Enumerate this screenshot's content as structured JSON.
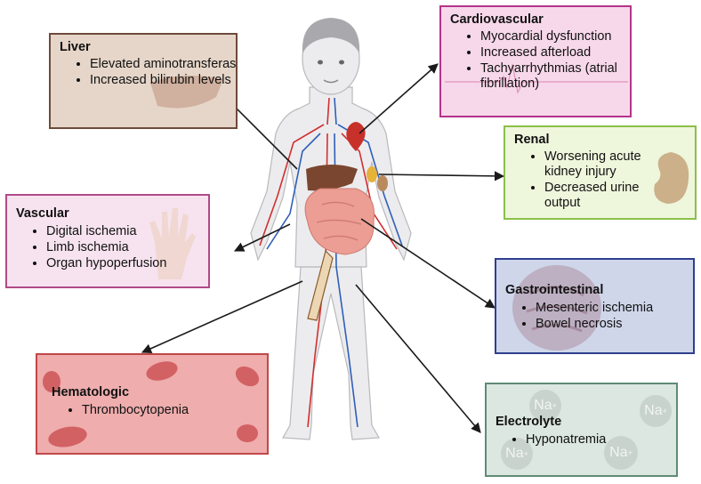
{
  "colors": {
    "arrow": "#1a1a1a",
    "vessel_red": "#d03030",
    "vessel_blue": "#2f5fb8",
    "skin": "#ececee"
  },
  "boxes": {
    "liver": {
      "title": "Liver",
      "items": [
        "Elevated aminotransferases",
        " Increased bilirubin levels"
      ],
      "bg": "#e6d6c9",
      "border": "#6d4b3c",
      "icon": "liver-icon"
    },
    "cardiovascular": {
      "title": "Cardiovascular",
      "items": [
        "Myocardial dysfunction",
        "Increased afterload",
        "Tachyarrhythmias (atrial fibrillation)"
      ],
      "bg": "#f7d8ea",
      "border": "#b5338a",
      "icon": "ecg-trace-icon"
    },
    "renal": {
      "title": "Renal",
      "items": [
        "Worsening acute kidney injury",
        "Decreased urine output"
      ],
      "bg": "#eef6dc",
      "border": "#8cbf4a",
      "icon": "kidney-icon"
    },
    "vascular": {
      "title": "Vascular",
      "items": [
        "Digital ischemia",
        "Limb ischemia",
        "Organ hypoperfusion"
      ],
      "bg": "#f6e3ef",
      "border": "#b04a88",
      "icon": "hand-icon"
    },
    "gastrointestinal": {
      "title": "Gastrointestinal",
      "items": [
        "Mesenteric ischemia",
        "Bowel necrosis"
      ],
      "bg": "#cfd6ea",
      "border": "#2f3f8f",
      "icon": "bowel-icon"
    },
    "hematologic": {
      "title": "Hematologic",
      "items": [
        "Thrombocytopenia"
      ],
      "bg": "#efadad",
      "border": "#c04848",
      "icon": "red-blood-cell-icon"
    },
    "electrolyte": {
      "title": "Electrolyte",
      "items": [
        "Hyponatremia"
      ],
      "bg": "#dbe7e0",
      "border": "#5f8a76",
      "icon": "sodium-ion-icon",
      "ion_symbol": "Na",
      "ion_charge": "+"
    }
  }
}
